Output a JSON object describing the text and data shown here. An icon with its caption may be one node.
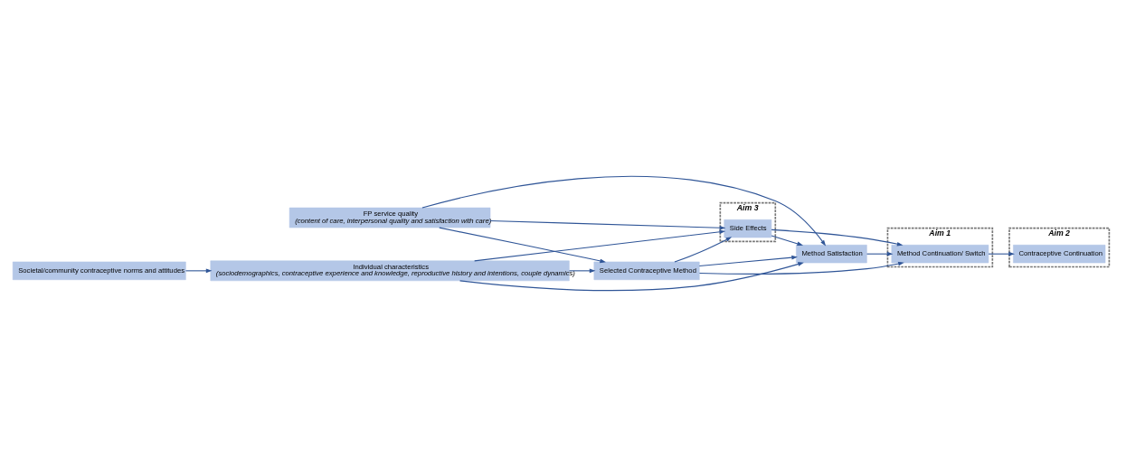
{
  "diagram": {
    "nodes": [
      {
        "text": [
          "Individual characteristics",
          "(sociodemographics, contraceptive experience and knowledge, reproductive history and intentions, couple dynamics)"
        ]
      },
      {
        "text": [
          "Societal/community contraceptive norms and attitudes"
        ]
      },
      {
        "text": [
          "Selected Contraceptive Method"
        ]
      },
      {
        "text": [
          "FP service quality",
          "(content of care, interpersonal quality and satisfaction with care)"
        ]
      },
      {
        "text": [
          "Aim 3"
        ]
      },
      {
        "text": [
          "Side Effects"
        ],
        "in": 4
      },
      {
        "text": [
          "Aim 1"
        ]
      },
      {
        "text": [
          "Method Continuation/ Switch"
        ],
        "in": 6
      },
      {
        "text": [
          "Aim 2"
        ]
      },
      {
        "text": [
          "Contraceptive Continuation"
        ],
        "in": 8
      },
      {
        "text": [
          "Method Satisfaction"
        ]
      }
    ],
    "edges": [
      {
        "from": 1,
        "to": 0,
        "arrow": "to"
      },
      {
        "from": 0,
        "to": 5,
        "arrow": "to"
      },
      {
        "from": 0,
        "to": 2,
        "arrow": "to"
      },
      {
        "from": 0,
        "to": 10,
        "arrow": "to"
      },
      {
        "from": 2,
        "to": 5,
        "arrow": "to"
      },
      {
        "from": 2,
        "to": 7,
        "arrow": "to"
      },
      {
        "from": 2,
        "to": 10,
        "arrow": "to"
      },
      {
        "from": 3,
        "to": 2,
        "arrow": "to"
      },
      {
        "from": 3,
        "to": 5,
        "arrow": "to"
      },
      {
        "from": 3,
        "to": 10,
        "arrow": "to"
      },
      {
        "from": 5,
        "to": 10,
        "arrow": "to"
      },
      {
        "from": 5,
        "to": 7,
        "arrow": "to"
      },
      {
        "from": 10,
        "to": 7,
        "arrow": "to"
      },
      {
        "from": 7,
        "to": 9,
        "arrow": "to"
      }
    ]
  }
}
